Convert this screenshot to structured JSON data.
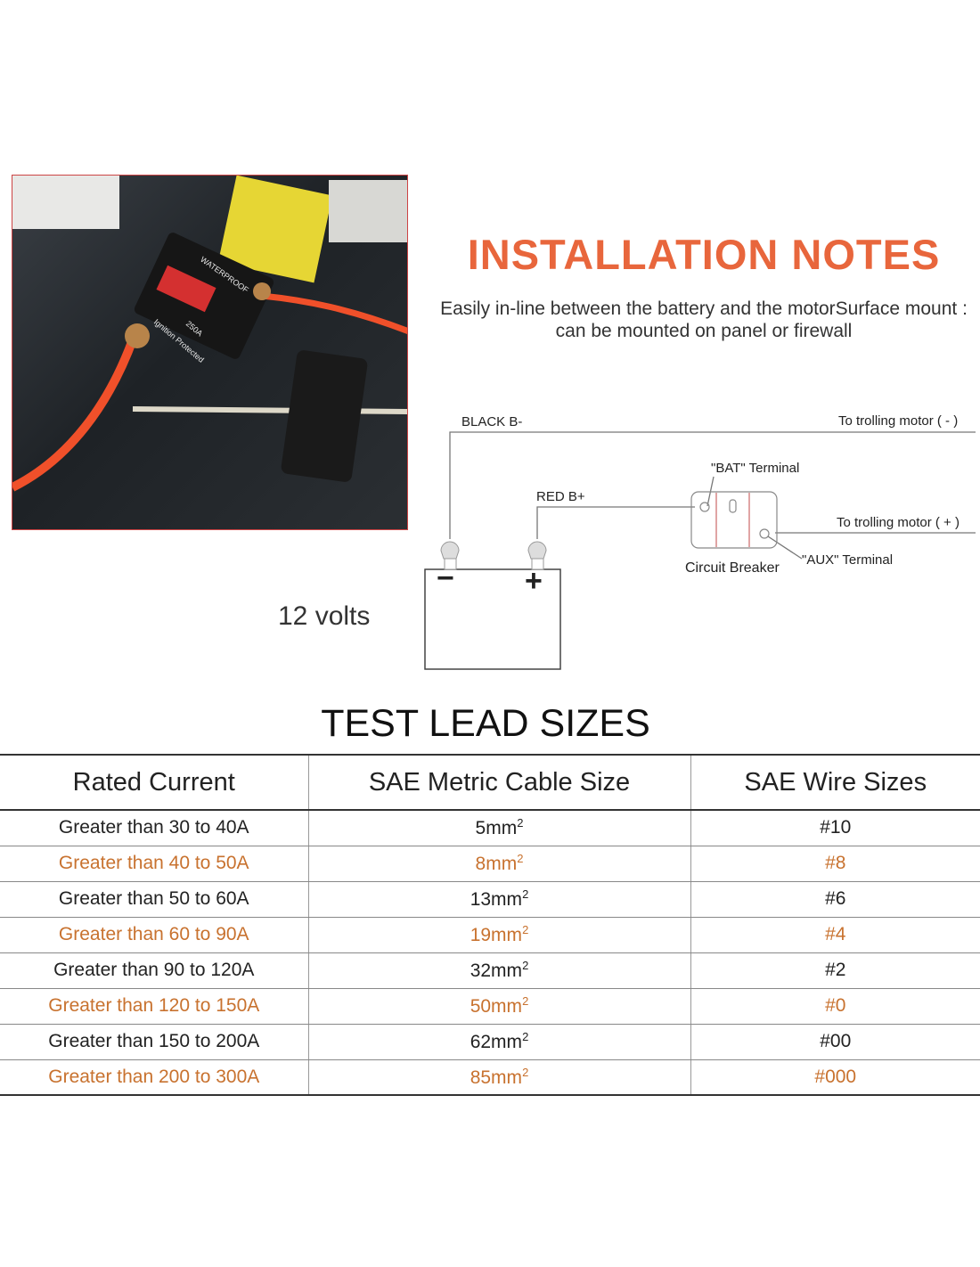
{
  "photo": {
    "labels": [
      "WATERPROOF",
      "250A",
      "Ignition Protected"
    ]
  },
  "header": {
    "title": "INSTALLATION NOTES",
    "subtitle": "Easily in-line between the battery and the motorSurface mount : can be mounted on panel or firewall"
  },
  "diagram": {
    "black": "BLACK B-",
    "red": "RED B+",
    "neg_motor": "To trolling motor ( - )",
    "pos_motor": "To trolling motor ( + )",
    "bat": "\"BAT\" Terminal",
    "aux": "\"AUX\" Terminal",
    "breaker": "Circuit Breaker",
    "minus": "−",
    "plus": "+",
    "volts": "12 volts"
  },
  "table": {
    "title": "TEST LEAD SIZES",
    "headers": [
      "Rated Current",
      "SAE Metric Cable Size",
      "SAE Wire Sizes"
    ],
    "rows": [
      {
        "current": "Greater than 30 to 40A",
        "metric": "5mm",
        "wire": "#10"
      },
      {
        "current": "Greater than 40 to 50A",
        "metric": "8mm",
        "wire": "#8"
      },
      {
        "current": "Greater than 50 to 60A",
        "metric": "13mm",
        "wire": "#6"
      },
      {
        "current": "Greater than 60 to 90A",
        "metric": "19mm",
        "wire": "#4"
      },
      {
        "current": "Greater than 90 to 120A",
        "metric": "32mm",
        "wire": "#2"
      },
      {
        "current": "Greater than 120 to 150A",
        "metric": "50mm",
        "wire": "#0"
      },
      {
        "current": "Greater than 150 to 200A",
        "metric": "62mm",
        "wire": "#00"
      },
      {
        "current": "Greater than 200 to 300A",
        "metric": "85mm",
        "wire": "#000"
      }
    ],
    "unit_sup": "2"
  },
  "colors": {
    "title": "#e8663c",
    "alt_row": "#c8722f"
  }
}
